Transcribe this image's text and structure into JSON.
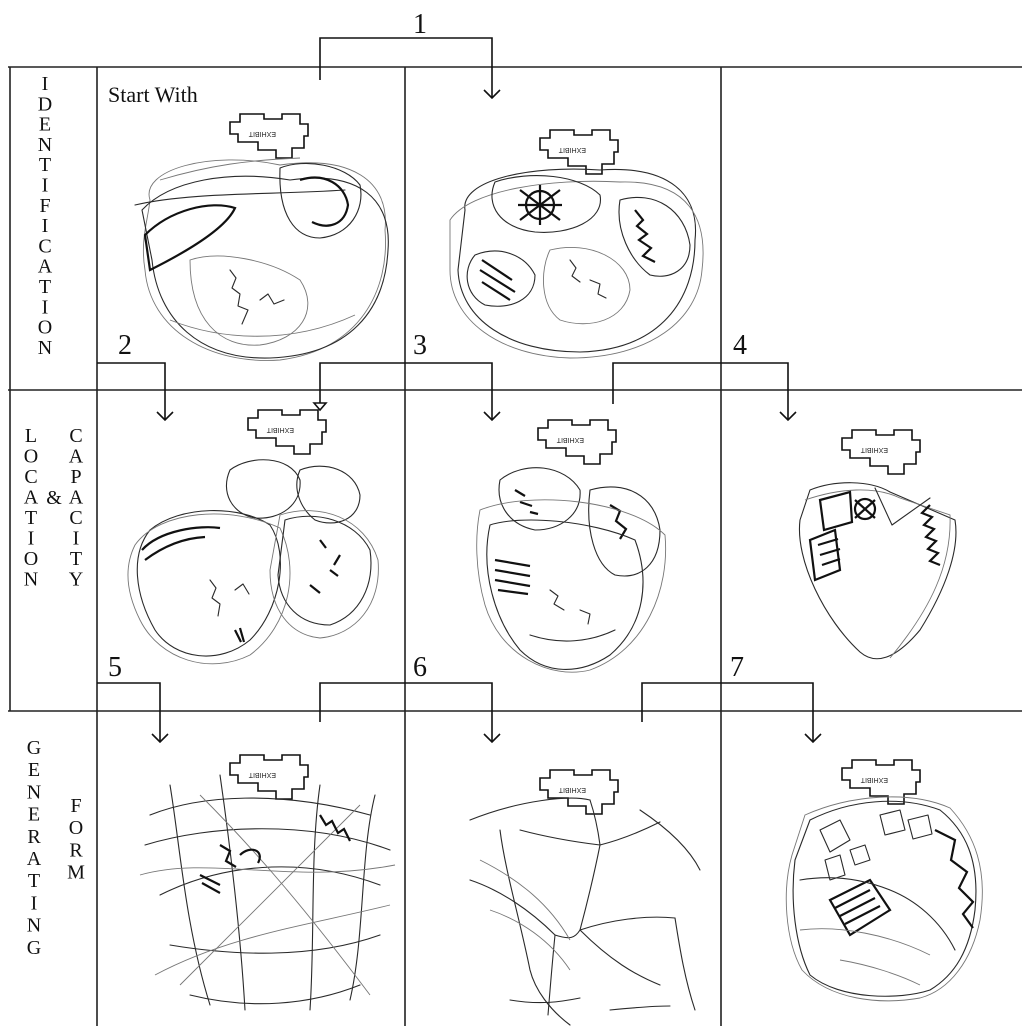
{
  "rows": [
    {
      "label_letters": [
        "I",
        "D",
        "E",
        "N",
        "T",
        "I",
        "F",
        "I",
        "C",
        "A",
        "T",
        "I",
        "O",
        "N"
      ]
    },
    {
      "label_left_letters": [
        "L",
        "O",
        "C",
        "A",
        "T",
        "I",
        "O",
        "N"
      ],
      "label_joiner": "&",
      "label_right_letters": [
        "C",
        "A",
        "P",
        "A",
        "C",
        "I",
        "T",
        "Y"
      ]
    },
    {
      "label_left_letters": [
        "G",
        "E",
        "N",
        "E",
        "R",
        "A",
        "T",
        "I",
        "N",
        "G"
      ],
      "label_right_letters": [
        "F",
        "O",
        "R",
        "M"
      ]
    }
  ],
  "start_label": "Start With",
  "steps": [
    "1",
    "2",
    "3",
    "4",
    "5",
    "6",
    "7"
  ],
  "building_label": "EXHIBIT"
}
